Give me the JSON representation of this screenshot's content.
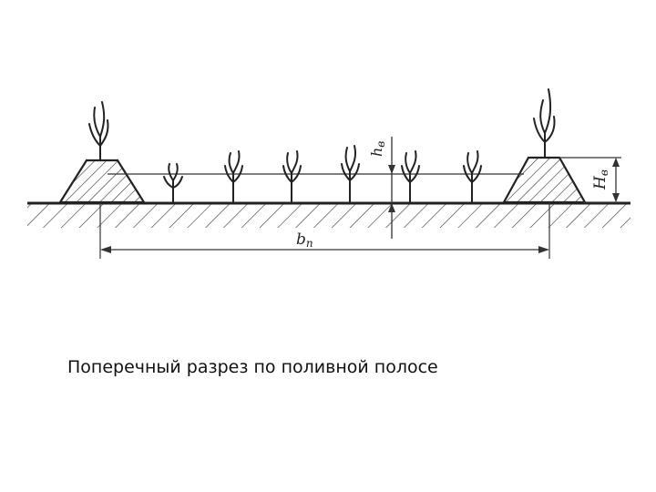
{
  "diagram": {
    "labels": {
      "h_letter": "h",
      "h_sub": "в",
      "H_letter": "H",
      "H_sub": "в",
      "b_letter": "b",
      "b_sub": "п"
    }
  },
  "caption": "Поперечный разрез по поливной полосе"
}
